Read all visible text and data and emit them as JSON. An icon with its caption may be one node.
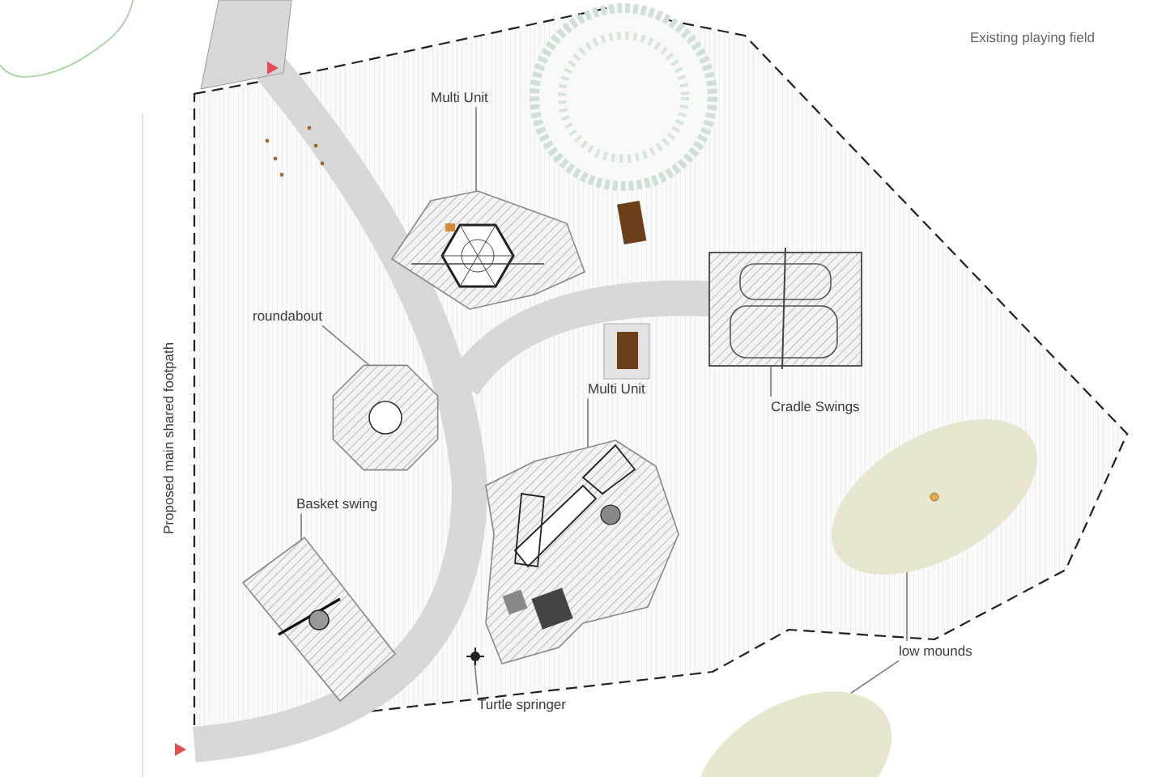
{
  "diagram": {
    "nodes": [
      {
        "text": [
          "Multi Unit"
        ]
      },
      {
        "text": [],
        "shape": "polygon"
      },
      {
        "text": [
          "roundabout"
        ]
      },
      {
        "text": [],
        "shape": "octagon"
      },
      {
        "text": [
          "Multi Unit"
        ]
      },
      {
        "text": [],
        "shape": "polygon"
      },
      {
        "text": [
          "Basket swing"
        ]
      },
      {
        "text": [],
        "shape": "box"
      },
      {
        "text": [
          "Turtle springer"
        ]
      },
      {
        "text": [],
        "shape": "picture"
      },
      {
        "text": [
          "Cradle Swings"
        ]
      },
      {
        "text": [],
        "shape": "box"
      },
      {
        "text": [
          "low mounds"
        ]
      },
      {
        "text": [],
        "shape": "ellipse"
      },
      {
        "text": [],
        "shape": "ellipse"
      }
    ],
    "edges": [
      {
        "from": 0,
        "to": 1,
        "arrow": "none"
      },
      {
        "from": 2,
        "to": 3,
        "arrow": "none"
      },
      {
        "from": 4,
        "to": 5,
        "arrow": "none"
      },
      {
        "from": 6,
        "to": 7,
        "arrow": "none"
      },
      {
        "from": 8,
        "to": 9,
        "arrow": "none"
      },
      {
        "from": 10,
        "to": 11,
        "arrow": "none"
      },
      {
        "from": 12,
        "to": 13,
        "arrow": "none"
      },
      {
        "from": 12,
        "to": 14,
        "arrow": "none"
      }
    ],
    "labels": [
      "Existing playing field",
      "Proposed main shared footpath"
    ]
  }
}
